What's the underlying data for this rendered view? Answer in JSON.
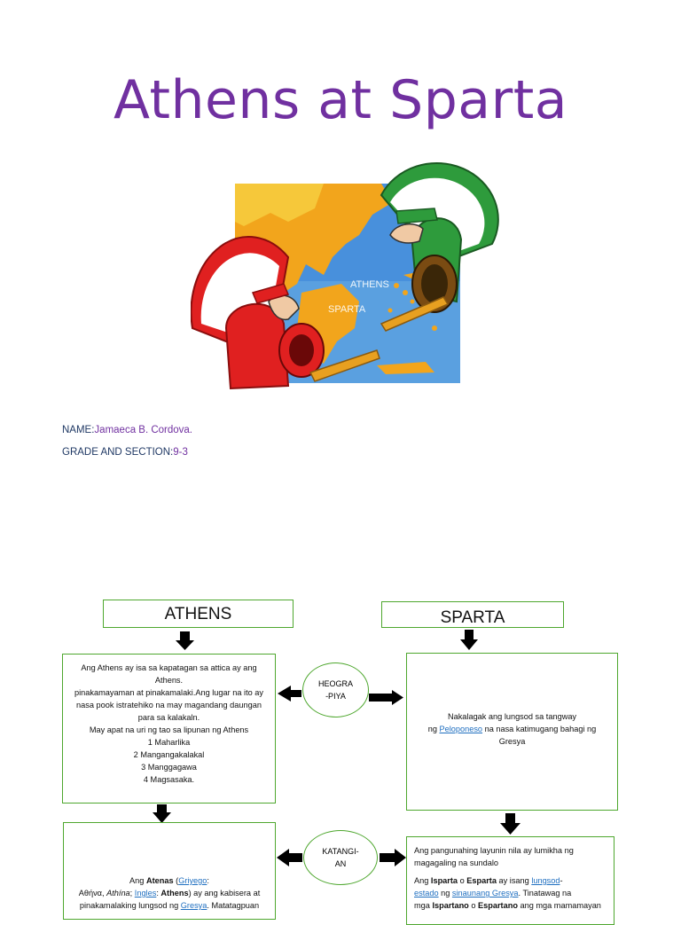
{
  "title": "Athens at Sparta",
  "illustration": {
    "map_label_athens": "ATHENS",
    "map_label_sparta": "SPARTA"
  },
  "student": {
    "name_label": "NAME:",
    "name_value": "Jamaeca B. Cordova.",
    "section_label": "GRADE AND SECTION:",
    "section_value": "9-3"
  },
  "diagram": {
    "athens_header": "ATHENS",
    "sparta_header": "SPARTA",
    "oval1": [
      "HEOGRA",
      "-PIYA"
    ],
    "oval2": [
      "KATANGI-",
      "AN"
    ],
    "athens_geo": [
      "Ang Athens ay isa sa kapatagan sa attica ay ang",
      "Athens.",
      "pinakamayaman at pinakamalaki.Ang lugar na ito ay",
      "nasa pook istratehiko na may magandang daungan",
      "para sa kalakaln.",
      "May apat na uri ng tao sa lipunan ng Athens",
      "1 Maharlika",
      "2 Mangangakalakal",
      "3 Manggagawa",
      "4 Magsasaka."
    ],
    "sparta_geo": {
      "line1": "Nakalagak ang lungsod sa tangway",
      "line2_pre": "ng ",
      "line2_link": "Peloponeso",
      "line2_post": " na nasa katimugang bahagi ng",
      "line3": "Gresya"
    },
    "athens_char": {
      "l1_pre": "Ang ",
      "l1_bold": "Atenas",
      "l1_mid": " (",
      "l1_link": "Griyego",
      "l1_post": ":",
      "l2_greek": "Αθήνα",
      "l2_mid1": ", ",
      "l2_ital": "Athína",
      "l2_mid2": "; ",
      "l2_link": "Ingles",
      "l2_mid3": ": ",
      "l2_bold": "Athens",
      "l2_post": ") ay ang kabisera at",
      "l3_pre": "pinakamalaking lungsod ng ",
      "l3_link": "Gresya",
      "l3_post": ". Matatagpuan"
    },
    "sparta_char": {
      "p1_l1": "Ang pangunahing layunin nila ay lumikha ng",
      "p1_l2": "magagaling na sundalo",
      "p2_pre": "Ang ",
      "p2_b1": "Isparta",
      "p2_mid": " o ",
      "p2_b2": "Esparta",
      "p2_mid2": " ay isang ",
      "p2_link1": "lungsod",
      "p2_dash": "-",
      "p3_link1": "estado",
      "p3_mid": " ng ",
      "p3_link2": "sinaunang Gresya",
      "p3_post": ". Tinatawag na",
      "p4_pre": "mga ",
      "p4_b1": "Ispartano",
      "p4_mid": " o ",
      "p4_b2": "Espartano",
      "p4_post": " ang mga mamamayan"
    }
  }
}
